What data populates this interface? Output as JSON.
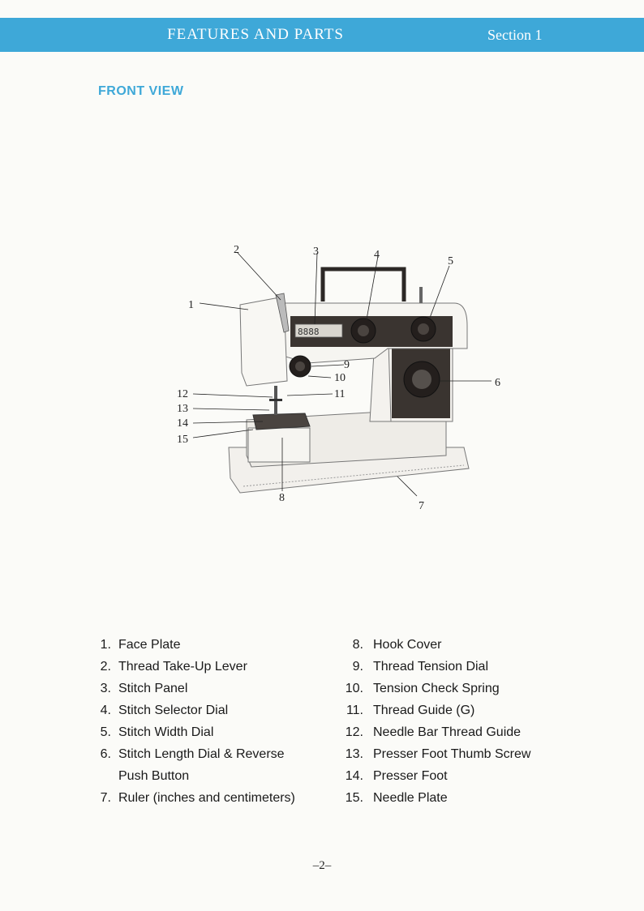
{
  "header": {
    "title": "FEATURES AND PARTS",
    "section": "Section 1"
  },
  "subhead": "FRONT VIEW",
  "figure": {
    "callouts": [
      "1",
      "2",
      "3",
      "4",
      "5",
      "6",
      "7",
      "8",
      "9",
      "10",
      "11",
      "12",
      "13",
      "14",
      "15"
    ],
    "panel_text": "8888"
  },
  "parts_left": [
    {
      "num": "1.",
      "label": "Face Plate"
    },
    {
      "num": "2.",
      "label": "Thread Take-Up Lever"
    },
    {
      "num": "3.",
      "label": "Stitch Panel"
    },
    {
      "num": "4.",
      "label": "Stitch Selector Dial"
    },
    {
      "num": "5.",
      "label": "Stitch Width Dial"
    },
    {
      "num": "6.",
      "label": "Stitch Length Dial & Reverse"
    },
    {
      "num": "",
      "label": "Push Button"
    },
    {
      "num": "7.",
      "label": "Ruler (inches and centimeters)"
    }
  ],
  "parts_right": [
    {
      "num": "8.",
      "label": "Hook Cover"
    },
    {
      "num": "9.",
      "label": "Thread Tension Dial"
    },
    {
      "num": "10.",
      "label": "Tension Check Spring"
    },
    {
      "num": "11.",
      "label": "Thread Guide (G)"
    },
    {
      "num": "12.",
      "label": "Needle Bar Thread Guide"
    },
    {
      "num": "13.",
      "label": "Presser Foot Thumb Screw"
    },
    {
      "num": "14.",
      "label": "Presser Foot"
    },
    {
      "num": "15.",
      "label": "Needle Plate"
    }
  ],
  "page_number": "–2–",
  "colors": {
    "header_bg": "#3ea8d8",
    "subhead": "#3ea8d8",
    "machine_dark": "#3a3430"
  }
}
